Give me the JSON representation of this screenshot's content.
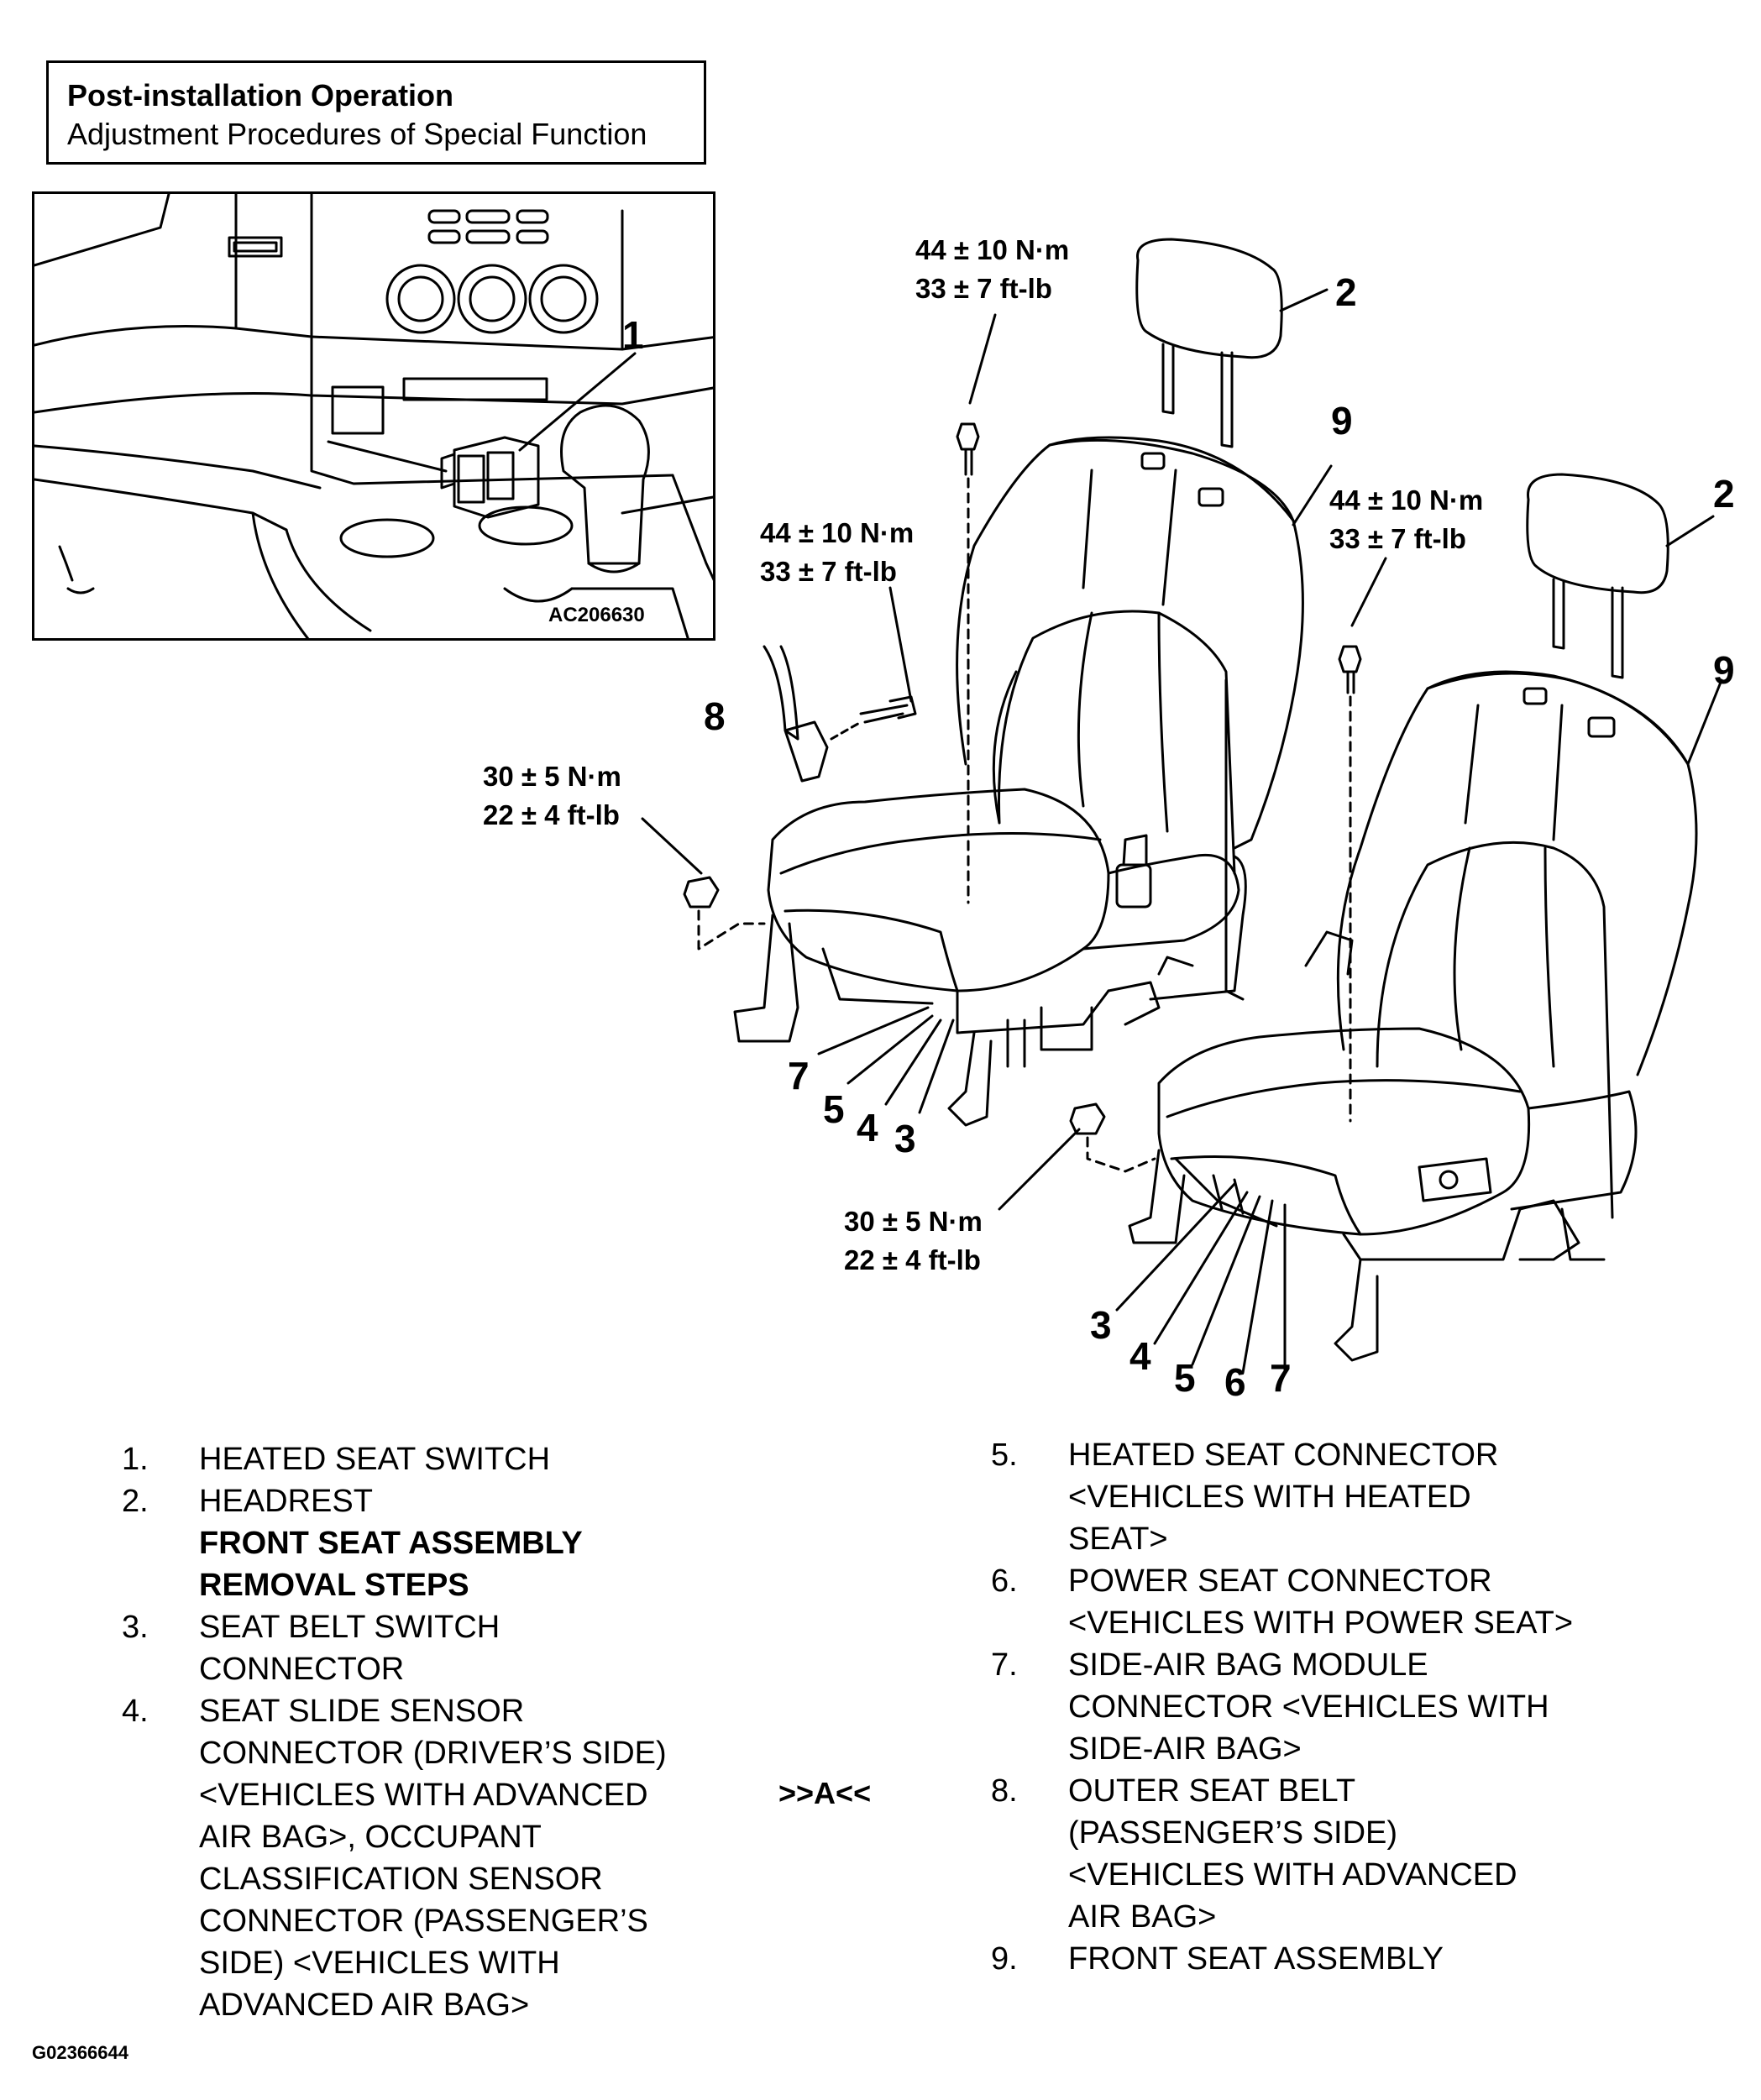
{
  "header": {
    "title": "Post-installation Operation",
    "subtitle": "Adjustment Procedures of Special Function"
  },
  "inset": {
    "callout": "1",
    "figure_code": "AC206630"
  },
  "callouts": {
    "headrest_driver": "2",
    "headrest_passenger": "2",
    "seat_driver": "9",
    "seat_passenger": "9",
    "seat_belt": "8",
    "driver_connectors": [
      "7",
      "5",
      "4",
      "3"
    ],
    "passenger_connectors": [
      "3",
      "4",
      "5",
      "6",
      "7"
    ]
  },
  "torques": {
    "headrest_bolt_top": "44 ± 10 N·m\n33 ± 7 ft-lb",
    "seatbelt_bolt": "44 ± 10 N·m\n33 ± 7 ft-lb",
    "passenger_bolt": "44 ± 10 N·m\n33 ± 7 ft-lb",
    "driver_nut": "30 ± 5 N·m\n22 ± 4 ft-lb",
    "passenger_nut": "30 ± 5 N·m\n22 ± 4 ft-lb"
  },
  "legend": {
    "left": [
      {
        "num": "1.",
        "text": "HEATED SEAT SWITCH",
        "bold": false
      },
      {
        "num": "2.",
        "text": "HEADREST",
        "bold": false
      },
      {
        "num": "",
        "text": "FRONT SEAT ASSEMBLY\nREMOVAL STEPS",
        "bold": true
      },
      {
        "num": "3.",
        "text": "SEAT BELT SWITCH\nCONNECTOR",
        "bold": false
      },
      {
        "num": "4.",
        "text": "SEAT SLIDE SENSOR\nCONNECTOR (DRIVER’S SIDE)\n<VEHICLES WITH ADVANCED\nAIR BAG>, OCCUPANT\nCLASSIFICATION SENSOR\nCONNECTOR (PASSENGER’S\nSIDE) <VEHICLES WITH\nADVANCED AIR BAG>",
        "bold": false
      }
    ],
    "reference_mark": ">>A<<",
    "right": [
      {
        "num": "5.",
        "text": "HEATED SEAT CONNECTOR\n<VEHICLES WITH HEATED\nSEAT>"
      },
      {
        "num": "6.",
        "text": "POWER SEAT CONNECTOR\n<VEHICLES WITH POWER SEAT>"
      },
      {
        "num": "7.",
        "text": "SIDE-AIR BAG MODULE\nCONNECTOR <VEHICLES WITH\nSIDE-AIR BAG>"
      },
      {
        "num": "8.",
        "text": "OUTER SEAT BELT\n(PASSENGER’S SIDE)\n<VEHICLES WITH ADVANCED\nAIR BAG>"
      },
      {
        "num": "9.",
        "text": "FRONT SEAT ASSEMBLY"
      }
    ]
  },
  "figure_code": "G02366644"
}
